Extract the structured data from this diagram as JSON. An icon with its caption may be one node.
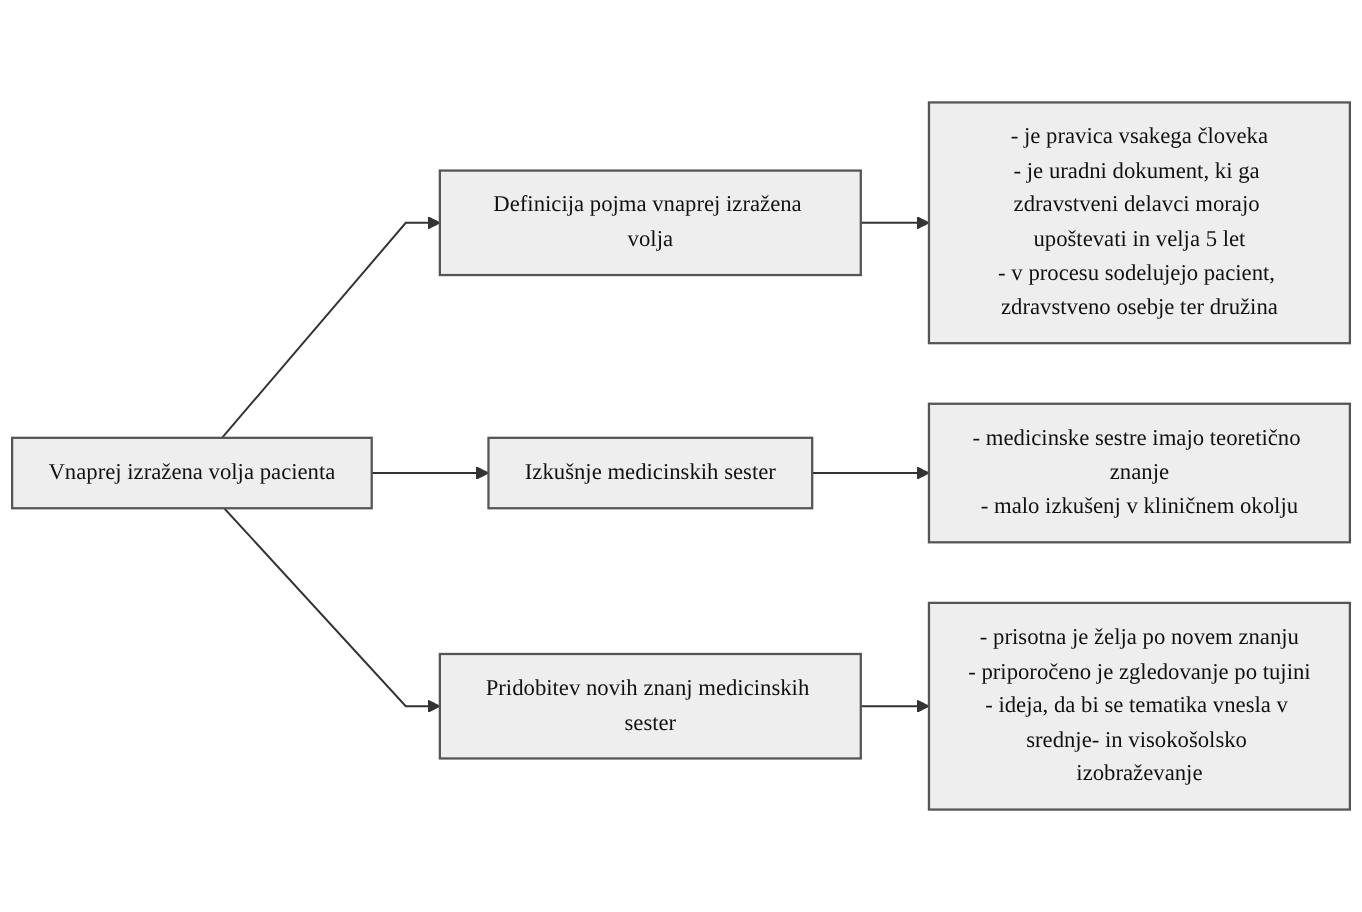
{
  "diagram": {
    "nodes": [
      {
        "text": [
          "Vnaprej izražena volja pacienta"
        ]
      },
      {
        "text": [
          "Definicija pojma vnaprej izražena volja"
        ]
      },
      {
        "text": [
          "Izkušnje medicinskih sester"
        ]
      },
      {
        "text": [
          "Pridobitev novih znanj medicinskih sester"
        ]
      },
      {
        "text": [
          "- je pravica vsakega človeka",
          "- je uradni dokument, ki ga zdravstveni delavci morajo upoštevati in velja 5 let",
          "- v procesu sodelujejo pacient, zdravstveno osebje ter družina"
        ]
      },
      {
        "text": [
          "- medicinske sestre imajo teoretično znanje",
          "- malo izkušenj v kliničnem okolju"
        ]
      },
      {
        "text": [
          "- prisotna je želja po novem znanju",
          "- priporočeno je zgledovanje po tujini",
          "- ideja, da bi se tematika vnesla v srednje- in visokošolsko izobraževanje"
        ]
      }
    ],
    "edges": [
      {
        "from": 0,
        "to": 1,
        "arrow": "to"
      },
      {
        "from": 0,
        "to": 2,
        "arrow": "to"
      },
      {
        "from": 0,
        "to": 3,
        "arrow": "to"
      },
      {
        "from": 1,
        "to": 4,
        "arrow": "to"
      },
      {
        "from": 2,
        "to": 5,
        "arrow": "to"
      },
      {
        "from": 3,
        "to": 6,
        "arrow": "to"
      }
    ]
  }
}
